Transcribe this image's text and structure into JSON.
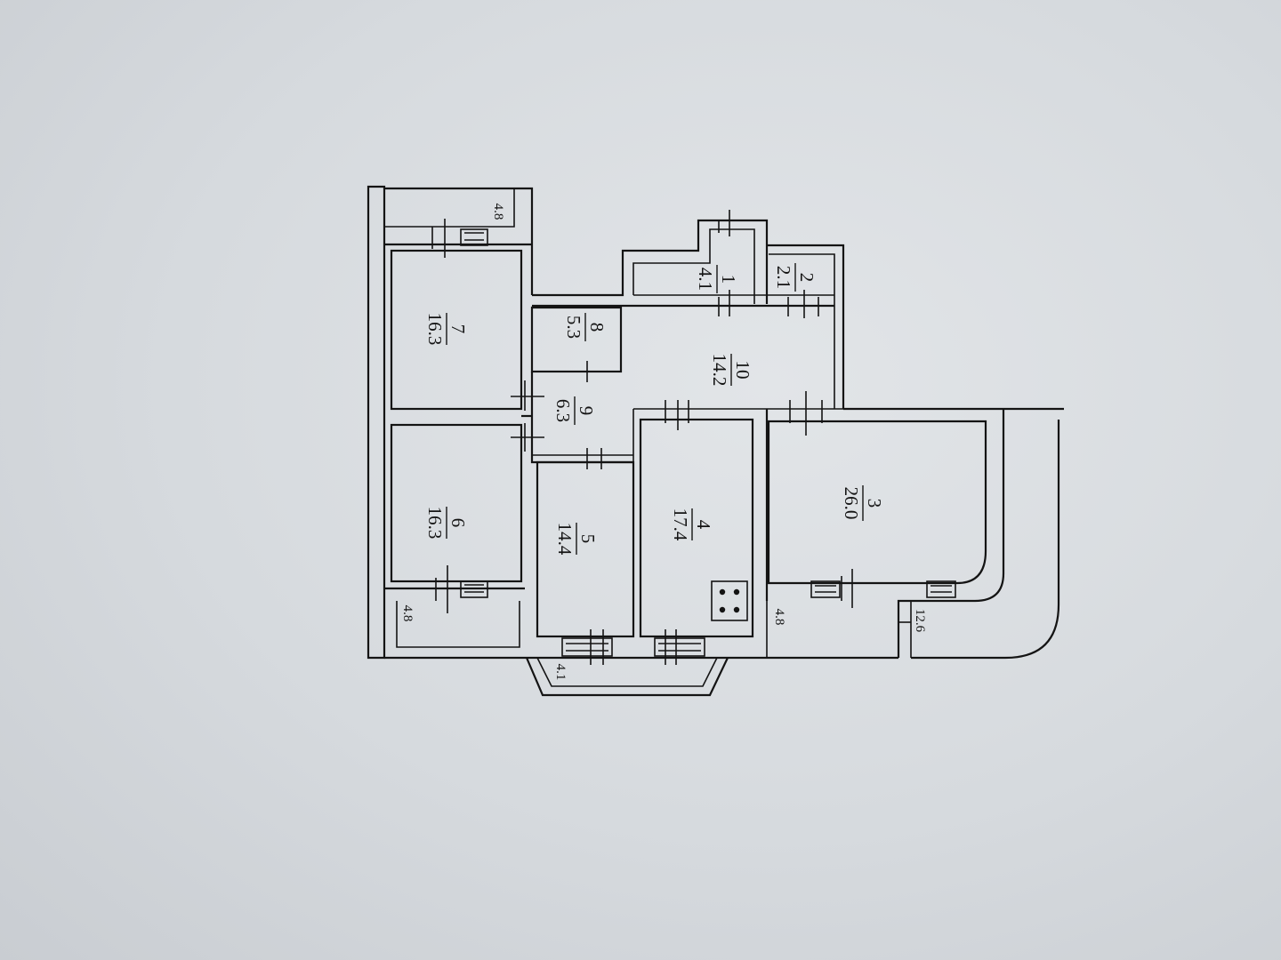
{
  "plan": {
    "rooms": [
      {
        "num": "1",
        "area": "4.1"
      },
      {
        "num": "2",
        "area": "2.1"
      },
      {
        "num": "3",
        "area": "26.0"
      },
      {
        "num": "4",
        "area": "17.4"
      },
      {
        "num": "5",
        "area": "14.4"
      },
      {
        "num": "6",
        "area": "16.3"
      },
      {
        "num": "7",
        "area": "16.3"
      },
      {
        "num": "8",
        "area": "5.3"
      },
      {
        "num": "9",
        "area": "6.3"
      },
      {
        "num": "10",
        "area": "14.2"
      }
    ],
    "balconies": [
      {
        "area": "4.8"
      },
      {
        "area": "4.8"
      },
      {
        "area": "4.1"
      },
      {
        "area": "4.8"
      },
      {
        "area": "12.6"
      }
    ]
  }
}
